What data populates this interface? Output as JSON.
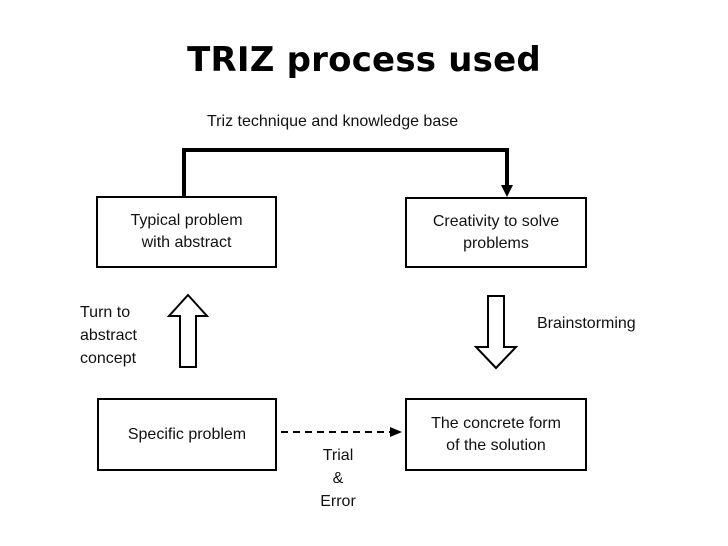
{
  "title": "TRIZ process used",
  "top_label": "Triz technique and knowledge base",
  "boxes": {
    "typical": "Typical problem\nwith abstract",
    "creativity": "Creativity to solve\nproblems",
    "specific": "Specific problem",
    "concrete": "The concrete form\nof the solution"
  },
  "labels": {
    "turn_line1": "Turn to",
    "turn_line2": "abstract",
    "turn_line3": "concept",
    "brainstorming": "Brainstorming",
    "trial_line1": "Trial",
    "trial_line2": "&",
    "trial_line3": "Error"
  }
}
